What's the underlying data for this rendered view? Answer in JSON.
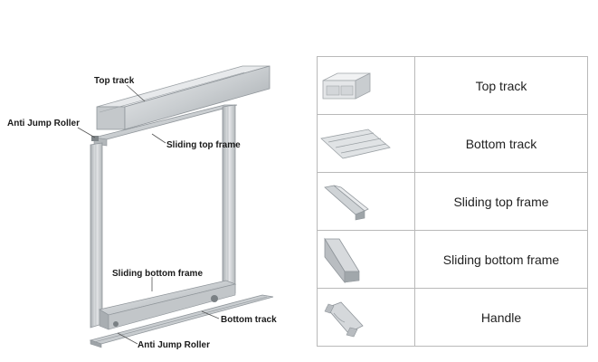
{
  "diagram": {
    "labels": {
      "top_track": "Top track",
      "anti_jump_roller_top": "Anti Jump Roller",
      "sliding_top_frame": "Sliding top frame",
      "sliding_bottom_frame": "Sliding bottom frame",
      "bottom_track": "Bottom track",
      "anti_jump_roller_bottom": "Anti Jump Roller"
    }
  },
  "parts_table": {
    "rows": [
      {
        "label": "Top track",
        "icon": "top-track-profile-icon"
      },
      {
        "label": "Bottom track",
        "icon": "bottom-track-profile-icon"
      },
      {
        "label": "Sliding top frame",
        "icon": "sliding-top-frame-profile-icon"
      },
      {
        "label": "Sliding bottom frame",
        "icon": "sliding-bottom-frame-profile-icon"
      },
      {
        "label": "Handle",
        "icon": "handle-profile-icon"
      }
    ]
  },
  "colors": {
    "aluminium_light": "#dfe2e4",
    "aluminium_mid": "#b7bcc0",
    "aluminium_dark": "#8f959a",
    "leader_line": "#555555",
    "table_border": "#b9b9b9"
  }
}
